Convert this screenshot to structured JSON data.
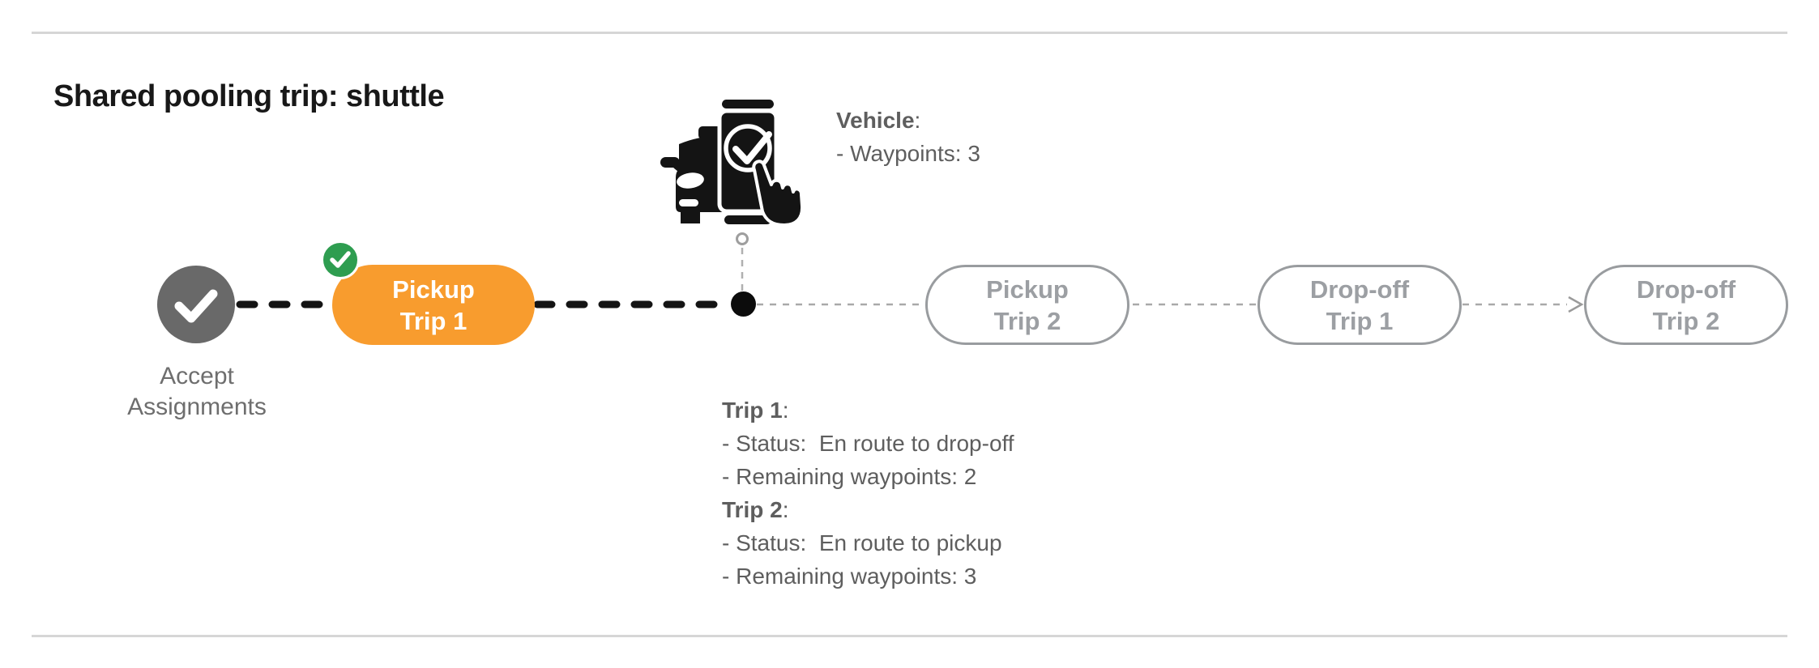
{
  "page": {
    "title": "Shared pooling trip: shuttle"
  },
  "timeline": {
    "accept_label": "Accept\nAssignments",
    "nodes": [
      {
        "id": "pickup-trip-1",
        "label": "Pickup\nTrip 1",
        "state": "current",
        "completed_badge": true
      },
      {
        "id": "pickup-trip-2",
        "label": "Pickup\nTrip 2",
        "state": "upcoming"
      },
      {
        "id": "dropoff-trip-1",
        "label": "Drop-off\nTrip 1",
        "state": "upcoming"
      },
      {
        "id": "dropoff-trip-2",
        "label": "Drop-off\nTrip 2",
        "state": "upcoming"
      }
    ]
  },
  "vehicle_info": {
    "heading": "Vehicle",
    "colon": ":",
    "waypoints_line": "- Waypoints: 3"
  },
  "trip_info": [
    {
      "heading": "Trip 1",
      "colon": ":",
      "status_line": "- Status:  En route to drop-off",
      "remaining_line": "- Remaining waypoints: 2"
    },
    {
      "heading": "Trip 2",
      "colon": ":",
      "status_line": "- Status:  En route to pickup",
      "remaining_line": "- Remaining waypoints: 3"
    }
  ],
  "icons": {
    "accept_node": "check-icon",
    "trip1_badge": "check-icon",
    "vehicle_marker": "car-phone-check-icon",
    "vehicle_stop": "hollow-circle",
    "vehicle_position": "filled-dot",
    "last_connector": "arrow-right"
  },
  "colors": {
    "accent_orange": "#F89C2E",
    "success_green": "#2E9D50",
    "node_gray": "#696969",
    "pill_gray": "#999C9F",
    "text_gray": "#5E5E5E",
    "label_gray": "#6E6E6E",
    "connector_black": "#141414",
    "connector_gray": "#A9A9A9",
    "rule_gray": "#D6D6D6"
  }
}
